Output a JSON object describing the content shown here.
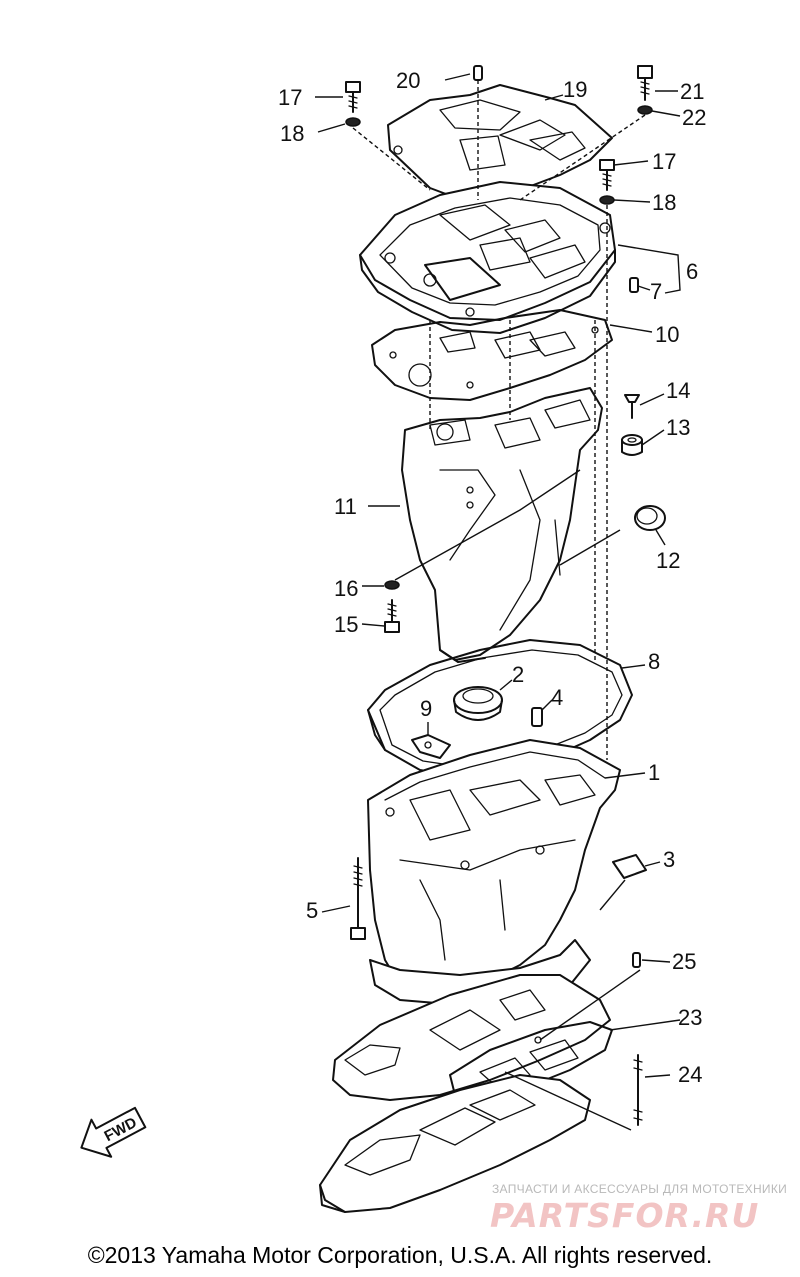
{
  "callouts": [
    {
      "n": "1"
    },
    {
      "n": "2"
    },
    {
      "n": "3"
    },
    {
      "n": "4"
    },
    {
      "n": "5"
    },
    {
      "n": "6"
    },
    {
      "n": "7"
    },
    {
      "n": "8"
    },
    {
      "n": "9"
    },
    {
      "n": "10"
    },
    {
      "n": "11"
    },
    {
      "n": "12"
    },
    {
      "n": "13"
    },
    {
      "n": "14"
    },
    {
      "n": "15"
    },
    {
      "n": "16"
    },
    {
      "n": "17"
    },
    {
      "n": "17"
    },
    {
      "n": "18"
    },
    {
      "n": "18"
    },
    {
      "n": "19"
    },
    {
      "n": "20"
    },
    {
      "n": "21"
    },
    {
      "n": "22"
    },
    {
      "n": "23"
    },
    {
      "n": "24"
    },
    {
      "n": "25"
    }
  ],
  "fwd_label": "FWD",
  "watermark": {
    "tagline": "ЗАПЧАСТИ И АКСЕССУАРЫ ДЛЯ МОТОТЕХНИКИ",
    "logo": "PARTSFOR.RU",
    "color": "#e8a0a0"
  },
  "copyright": "©2013 Yamaha Motor Corporation, U.S.A. All rights reserved."
}
